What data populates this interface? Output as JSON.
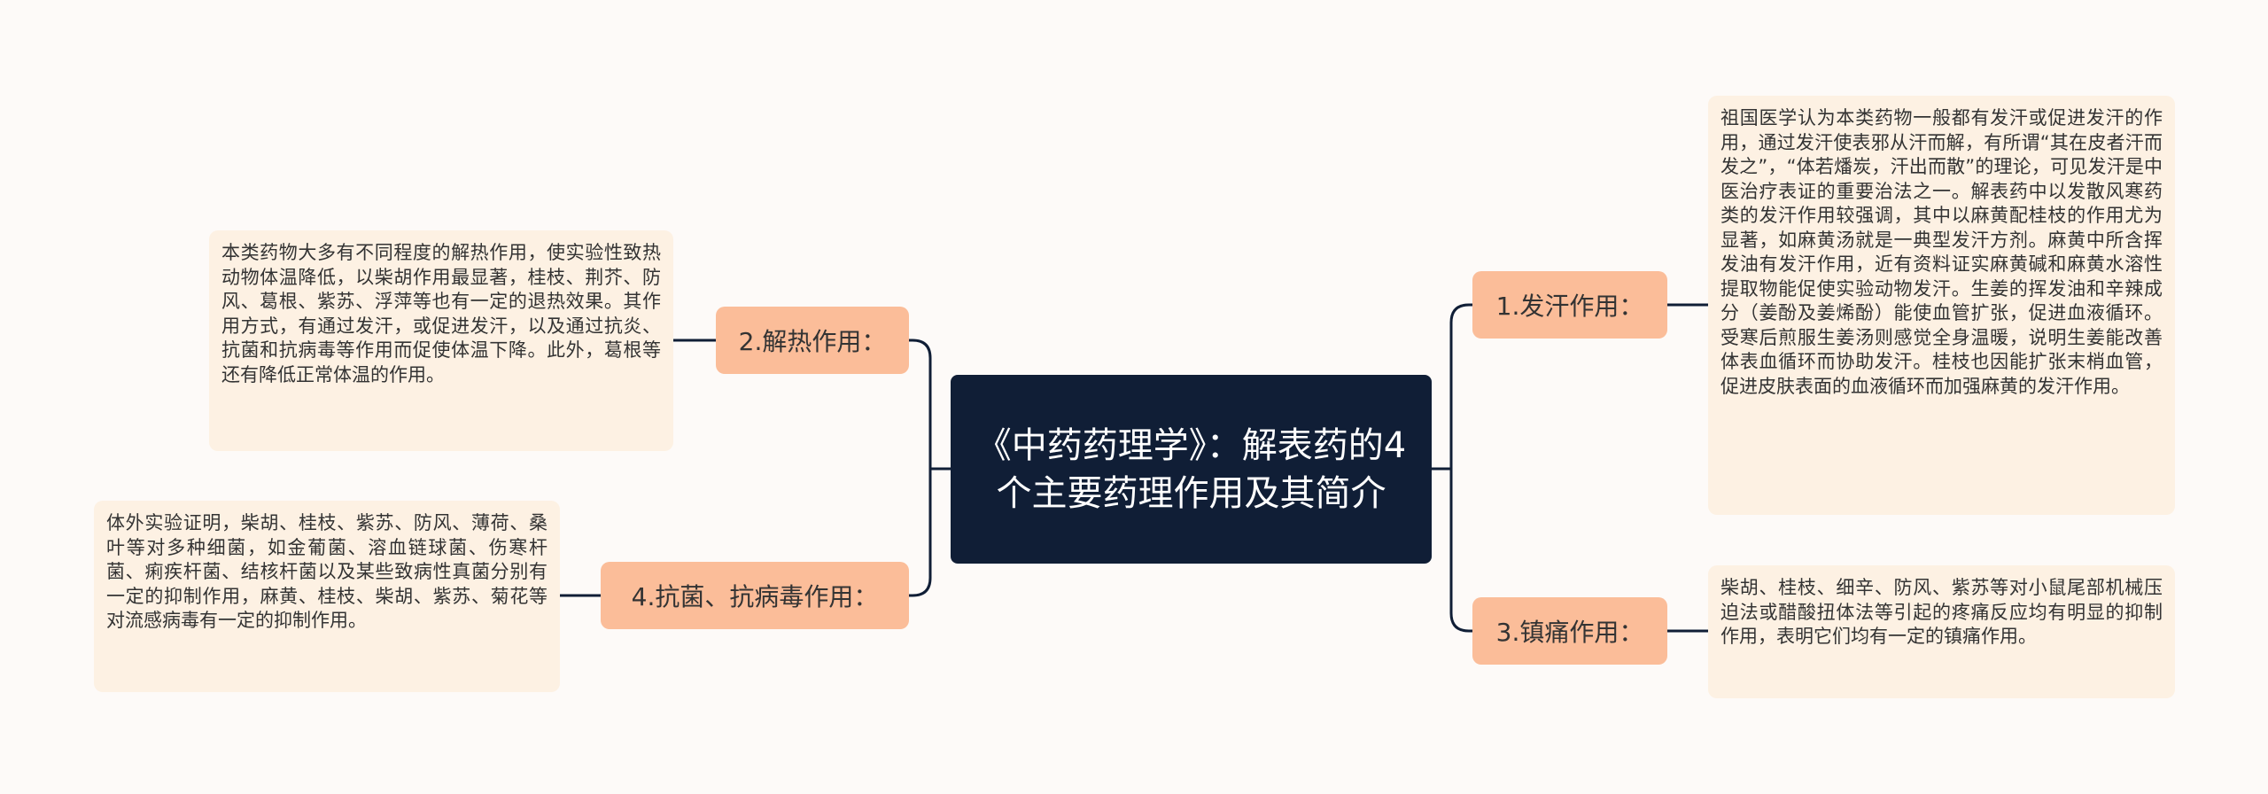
{
  "root": {
    "title": "《中药药理学》：解表药的4个主要药理作用及其简介"
  },
  "branches": [
    {
      "label": "1.发汗作用：",
      "text": "祖国医学认为本类药物一般都有发汗或促进发汗的作用，通过发汗使表邪从汗而解，有所谓“其在皮者汗而发之”，“体若燔炭，汗出而散”的理论，可见发汗是中医治疗表证的重要治法之一。解表药中以发散风寒药类的发汗作用较强调，其中以麻黄配桂枝的作用尤为显著，如麻黄汤就是一典型发汗方剂。麻黄中所含挥发油有发汗作用，近有资料证实麻黄碱和麻黄水溶性提取物能促使实验动物发汗。生姜的挥发油和辛辣成分（姜酚及姜烯酚）能使血管扩张，促进血液循环。受寒后煎服生姜汤则感觉全身温暖，说明生姜能改善体表血循环而协助发汗。桂枝也因能扩张末梢血管，促进皮肤表面的血液循环而加强麻黄的发汗作用。"
    },
    {
      "label": "2.解热作用：",
      "text": "本类药物大多有不同程度的解热作用，使实验性致热动物体温降低，以柴胡作用最显著，桂枝、荆芥、防风、葛根、紫苏、浮萍等也有一定的退热效果。其作用方式，有通过发汗，或促进发汗，以及通过抗炎、抗菌和抗病毒等作用而促使体温下降。此外，葛根等还有降低正常体温的作用。"
    },
    {
      "label": "3.镇痛作用：",
      "text": "柴胡、桂枝、细辛、防风、紫苏等对小鼠尾部机械压迫法或醋酸扭体法等引起的疼痛反应均有明显的抑制作用，表明它们均有一定的镇痛作用。"
    },
    {
      "label": "4.抗菌、抗病毒作用：",
      "text": "体外实验证明，柴胡、桂枝、紫苏、防风、薄荷、桑叶等对多种细菌，如金葡菌、溶血链球菌、伤寒杆菌、痢疾杆菌、结核杆菌以及某些致病性真菌分别有一定的抑制作用，麻黄、桂枝、柴胡、紫苏、菊花等对流感病毒有一定的抑制作用。"
    }
  ],
  "colors": {
    "background": "#fdfaf8",
    "root_fill": "#101e36",
    "branch_fill": "#fbbd99",
    "leaf_fill": "#fdf1e3",
    "line": "#101e36"
  }
}
